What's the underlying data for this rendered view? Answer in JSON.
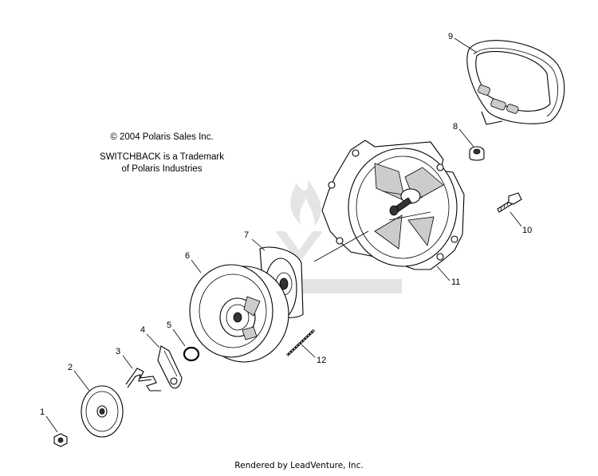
{
  "copyright": {
    "line1": "© 2004 Polaris Sales Inc.",
    "line2": "SWITCHBACK is a Trademark",
    "line3": "of Polaris Industries"
  },
  "callouts": [
    "1",
    "2",
    "3",
    "4",
    "5",
    "6",
    "7",
    "8",
    "9",
    "10",
    "11",
    "12"
  ],
  "footer": "Rendered by LeadVenture, Inc."
}
